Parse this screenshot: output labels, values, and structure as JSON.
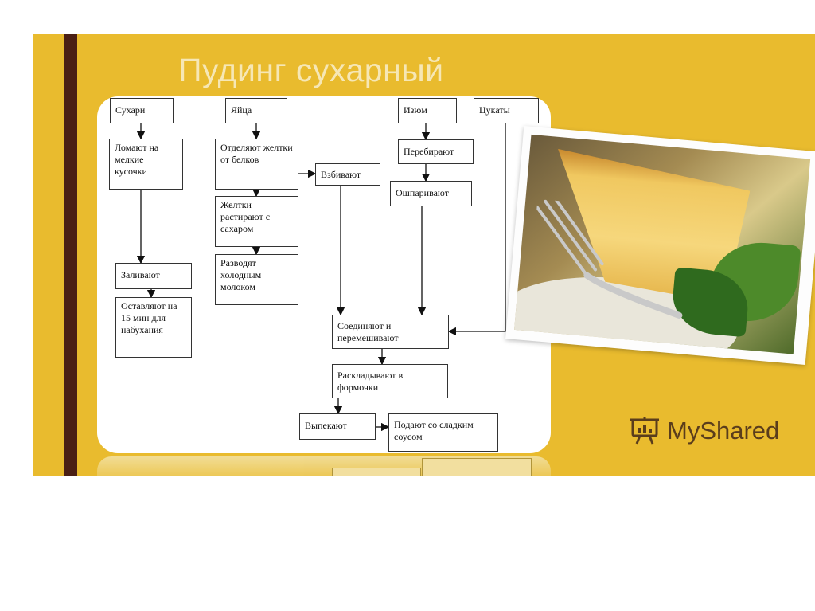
{
  "slide": {
    "title": "Пудинг сухарный",
    "colors": {
      "background": "#e9bb2e",
      "bar": "#4a1f14",
      "title": "#f6e7b5",
      "panel": "#ffffff"
    }
  },
  "flowchart": {
    "nodes": {
      "suhari": "Сухари",
      "yaytsa": "Яйца",
      "izyum": "Изюм",
      "tsukaty": "Цукаты",
      "lomayut": "Ломают на мелкие кусочки",
      "otdelyayut": "Отделяют желтки от белков",
      "vzbivayut": "Взбивают",
      "perebirayut": "Перебирают",
      "oshparivayut": "Ошпаривают",
      "zheltki": "Желтки растирают с сахаром",
      "razvodyat": "Разводят холодным молоком",
      "zalivayut": "Заливают",
      "ostavlyayut": "Оставляют на 15 мин для набухания",
      "soedinyayut": "Соединяют и перемешивают",
      "raskladyvayut": "Раскладывают в формочки",
      "vypekayut": "Выпекают",
      "podayut": "Подают со сладким соусом"
    }
  },
  "photo": {
    "subject": "pudding-slice-with-fork-and-salad"
  },
  "logo": {
    "text": "MyShared",
    "icon": "presentation-board-icon"
  }
}
